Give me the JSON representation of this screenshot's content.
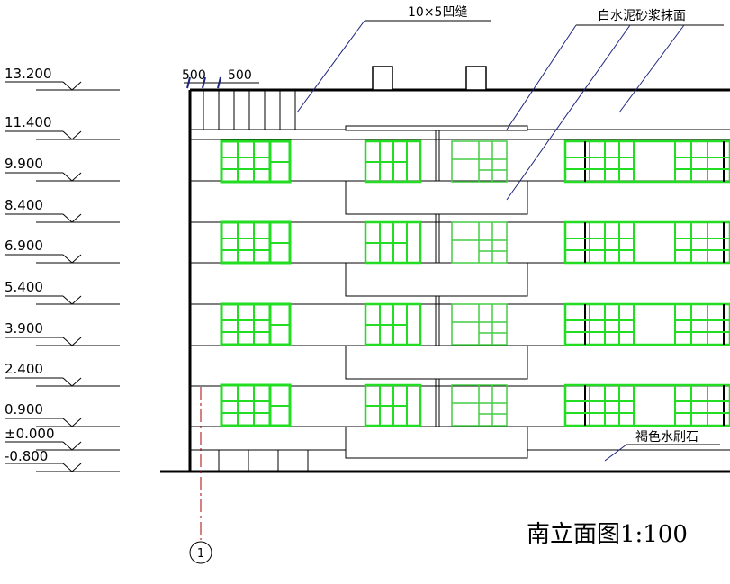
{
  "drawing": {
    "title": "南立面图1:100",
    "axis_label": "1",
    "dim_labels": [
      "500",
      "500"
    ],
    "notes": {
      "joint": "10×5凹缝",
      "stucco": "白水泥砂浆抹面",
      "base": "褐色水刷石"
    },
    "elevations": [
      "13.200",
      "11.400",
      "9.900",
      "8.400",
      "6.900",
      "5.400",
      "3.900",
      "2.400",
      "0.900",
      "±0.000",
      "-0.800"
    ],
    "colors": {
      "line": "#000000",
      "window": "#22dd22",
      "window_light": "#44cc44",
      "axis": "#aa0000",
      "leader": "#1a237e"
    }
  }
}
